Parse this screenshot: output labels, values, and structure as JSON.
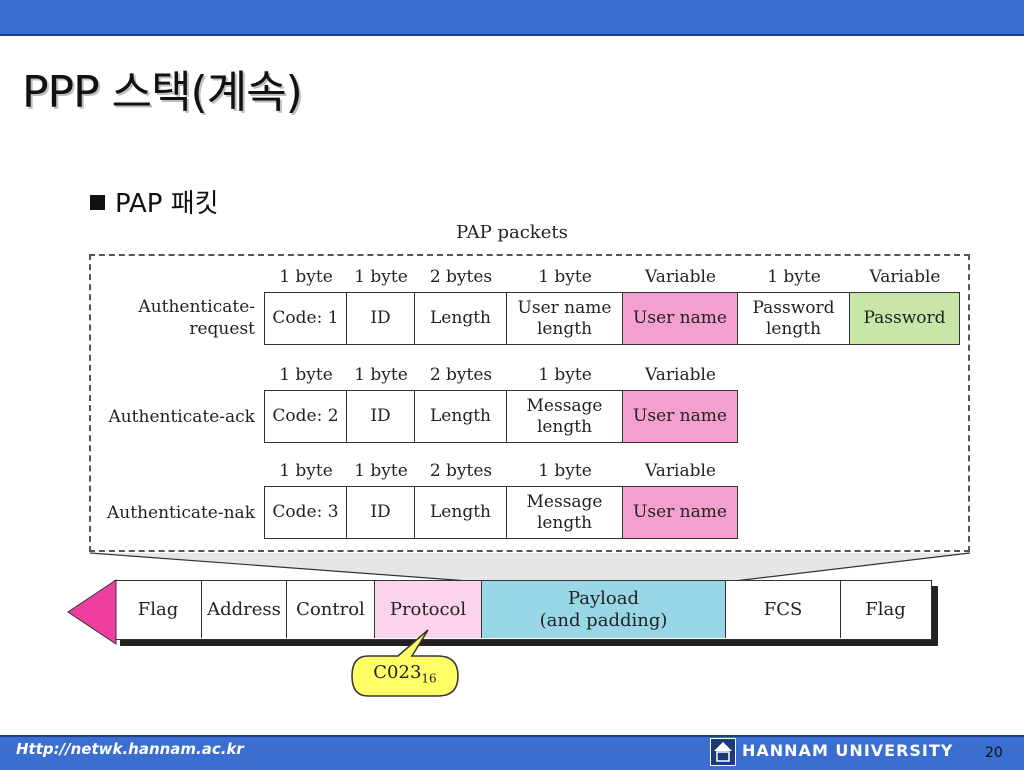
{
  "slide": {
    "title": "PPP 스택(계속)",
    "bullet": "PAP 패킷"
  },
  "diagram": {
    "caption": "PAP packets",
    "rows": [
      {
        "label_line1": "Authenticate-",
        "label_line2": "request",
        "headers": [
          "1 byte",
          "1 byte",
          "2 bytes",
          "1 byte",
          "Variable",
          "1 byte",
          "Variable"
        ],
        "fields": [
          {
            "line1": "Code: 1",
            "line2": ""
          },
          {
            "line1": "ID",
            "line2": ""
          },
          {
            "line1": "Length",
            "line2": ""
          },
          {
            "line1": "User name",
            "line2": "length"
          },
          {
            "line1": "User name",
            "line2": ""
          },
          {
            "line1": "Password",
            "line2": "length"
          },
          {
            "line1": "Password",
            "line2": ""
          }
        ]
      },
      {
        "label_line1": "Authenticate-ack",
        "headers": [
          "1 byte",
          "1 byte",
          "2 bytes",
          "1 byte",
          "Variable"
        ],
        "fields": [
          {
            "line1": "Code: 2",
            "line2": ""
          },
          {
            "line1": "ID",
            "line2": ""
          },
          {
            "line1": "Length",
            "line2": ""
          },
          {
            "line1": "Message",
            "line2": "length"
          },
          {
            "line1": "User name",
            "line2": ""
          }
        ]
      },
      {
        "label_line1": "Authenticate-nak",
        "headers": [
          "1 byte",
          "1 byte",
          "2 bytes",
          "1 byte",
          "Variable"
        ],
        "fields": [
          {
            "line1": "Code: 3",
            "line2": ""
          },
          {
            "line1": "ID",
            "line2": ""
          },
          {
            "line1": "Length",
            "line2": ""
          },
          {
            "line1": "Message",
            "line2": "length"
          },
          {
            "line1": "User name",
            "line2": ""
          }
        ]
      }
    ],
    "frame": [
      {
        "line1": "Flag",
        "line2": ""
      },
      {
        "line1": "Address",
        "line2": ""
      },
      {
        "line1": "Control",
        "line2": ""
      },
      {
        "line1": "Protocol",
        "line2": ""
      },
      {
        "line1": "Payload",
        "line2": "(and padding)"
      },
      {
        "line1": "FCS",
        "line2": ""
      },
      {
        "line1": "Flag",
        "line2": ""
      }
    ],
    "protocol_value": "C023",
    "protocol_subscript": "16",
    "colors": {
      "field_highlight_pink": "#f59fd0",
      "field_highlight_green": "#c8e6a8",
      "protocol_cell": "#fbd3ea",
      "payload_cell": "#97d7e6",
      "callout_fill": "#ffff66",
      "arrow_fill": "#ee3fa0"
    }
  },
  "footer": {
    "url": "Http://netwk.hannam.ac.kr",
    "university": "HANNAM  UNIVERSITY",
    "page_number": "20"
  }
}
